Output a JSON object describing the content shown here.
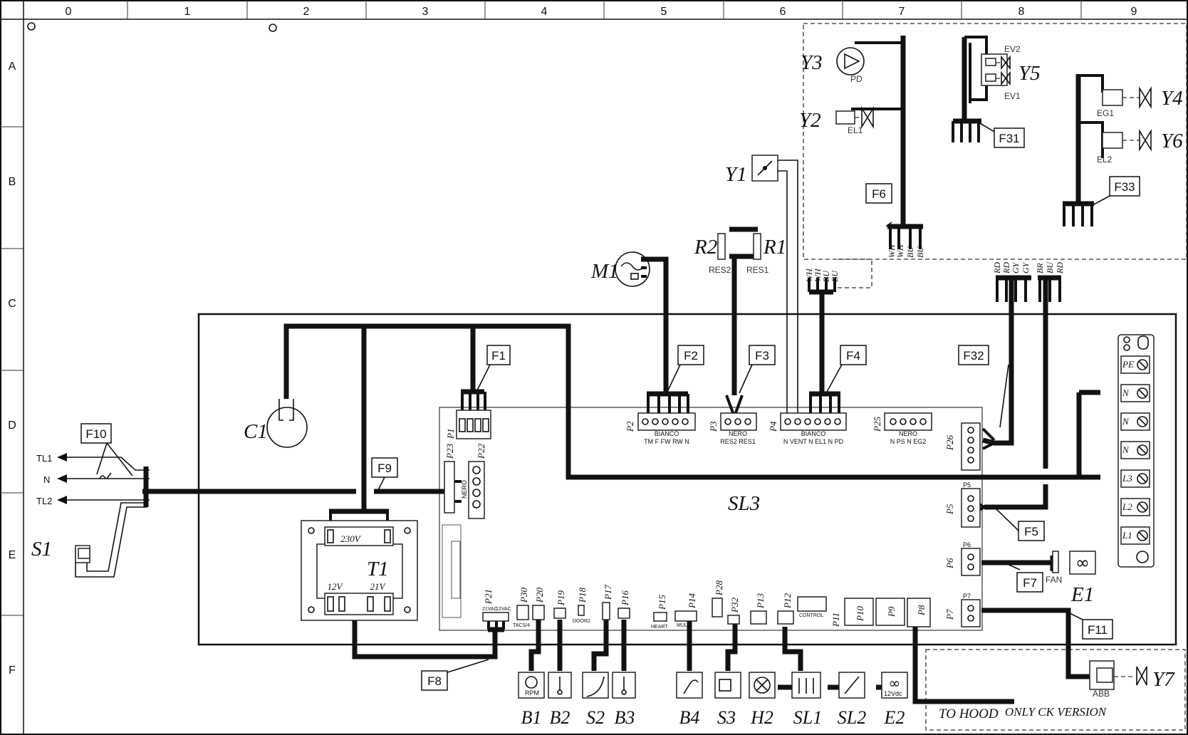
{
  "grid": {
    "columns": [
      "0",
      "1",
      "2",
      "3",
      "4",
      "5",
      "6",
      "7",
      "8",
      "9"
    ],
    "rows": [
      "A",
      "B",
      "C",
      "D",
      "E",
      "F"
    ]
  },
  "board": {
    "name": "SL3"
  },
  "transformer": {
    "ref": "T1",
    "primary": "230V",
    "secondary_a": "12V",
    "secondary_b": "21V"
  },
  "power_inputs": [
    "TL1",
    "N",
    "TL2"
  ],
  "fuses": [
    "F1",
    "F2",
    "F3",
    "F4",
    "F5",
    "F6",
    "F7",
    "F8",
    "F9",
    "F10",
    "F11",
    "F31",
    "F32",
    "F33"
  ],
  "components": {
    "C1": "C1",
    "S1": "S1",
    "M1": "M1",
    "R1": "R1",
    "R2": "R2",
    "Y1": "Y1",
    "Y2": "Y2",
    "Y3": "Y3",
    "Y4": "Y4",
    "Y5": "Y5",
    "Y6": "Y6",
    "Y7": "Y7",
    "E1": "E1"
  },
  "component_tags": {
    "res1": "RES1",
    "res2": "RES2",
    "pd": "PD",
    "el1": "EL1",
    "el2": "EL2",
    "eg1": "EG1",
    "ev1": "EV1",
    "ev2": "EV2",
    "fan": "FAN",
    "abb": "ABB"
  },
  "connectors": {
    "p1": "P1",
    "p2": "P2",
    "p3": "P3",
    "p4": "P4",
    "p5": "P5",
    "p6": "P6",
    "p7": "P7",
    "p8": "P8",
    "p9": "P9",
    "p10": "P10",
    "p11": "P11",
    "p12": "P12",
    "p13": "P13",
    "p14": "P14",
    "p15": "P15",
    "p16": "P16",
    "p17": "P17",
    "p18": "P18",
    "p19": "P19",
    "p20": "P20",
    "p21": "P21",
    "p22": "P22",
    "p23": "P23",
    "p25": "P25",
    "p26": "P26",
    "p28": "P28",
    "p30": "P30",
    "p32": "P32"
  },
  "connector_texts": {
    "bianco": "BIANCO",
    "nero": "NERO",
    "p2_pins": "TM  F  FW  RW  N",
    "p3_pins": "RES2  RES1",
    "p4_pins": "N  VENT  N  EL1  N  PD",
    "p25_pins": "N  PS  N  EG2",
    "p21_a": "21VAC",
    "p21_b": "12VAC",
    "tacs": "TACS/4",
    "door2": "DOOR2",
    "heart": "HEART",
    "multi": "MULTI",
    "control": "CONTROL"
  },
  "wire_colors": {
    "p4_group": [
      "WH",
      "WH",
      "BU",
      "BU"
    ],
    "f6_group": [
      "WH",
      "WH",
      "BU",
      "BU"
    ],
    "right_group": [
      "RD",
      "RD",
      "GY",
      "GY",
      "BR",
      "BU",
      "RD"
    ]
  },
  "bottom_components": [
    "B1",
    "B2",
    "S2",
    "B3",
    "B4",
    "S3",
    "H2",
    "SL1",
    "SL2",
    "E2"
  ],
  "bottom_tags": {
    "rpm": "RPM",
    "vdc": "12Vdc"
  },
  "terminal_strip": [
    "PE",
    "N",
    "N",
    "N",
    "L3",
    "L2",
    "L1"
  ],
  "notes": {
    "to_hood": "TO HOOD",
    "ck_version": "ONLY CK VERSION"
  }
}
